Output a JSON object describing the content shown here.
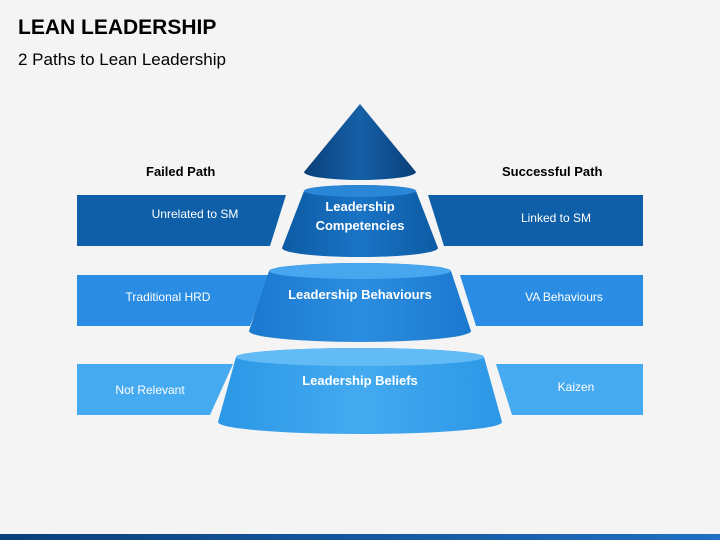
{
  "header": {
    "title": "LEAN LEADERSHIP",
    "subtitle": "2 Paths to Lean Leadership"
  },
  "paths": {
    "failed": "Failed Path",
    "successful": "Successful Path"
  },
  "levels": [
    {
      "line1": "Leadership",
      "line2": "Competencies"
    },
    {
      "line1": "Leadership Behaviours"
    },
    {
      "line1": "Leadership Beliefs"
    }
  ],
  "failed_items": [
    "Unrelated to SM",
    "Traditional HRD",
    "Not Relevant"
  ],
  "successful_items": [
    "Linked to SM",
    "VA Behaviours",
    "Kaizen"
  ],
  "colors": {
    "dark_blue": "#0e5fa8",
    "mid_blue": "#1f83d6",
    "light_blue": "#3aa3ec",
    "top_cone": "#0d4f8f"
  }
}
